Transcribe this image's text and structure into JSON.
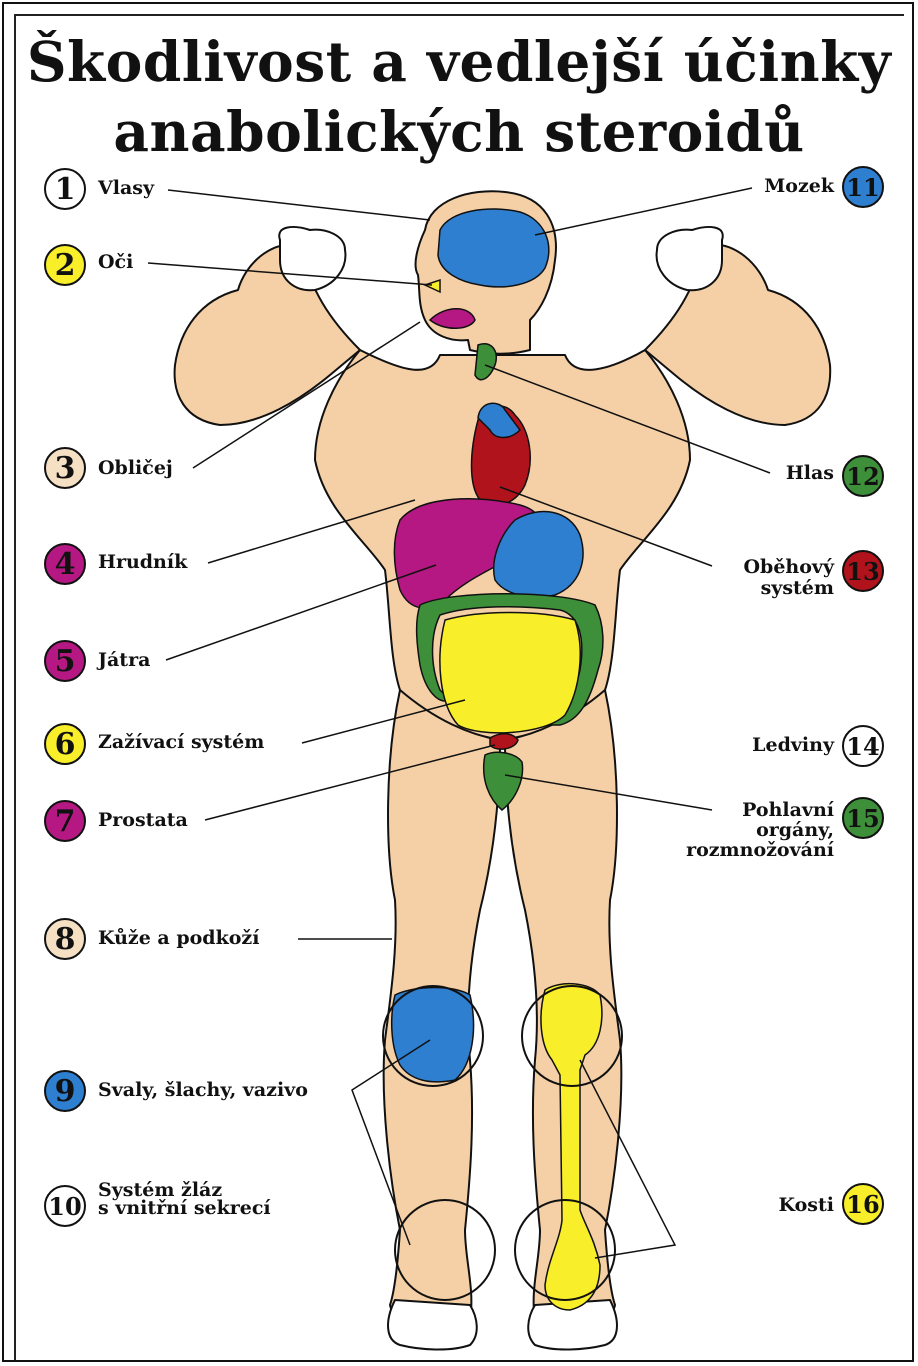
{
  "title_line1": "Škodlivost a vedlejší účinky",
  "title_line2": "anabolických steroidů",
  "colors": {
    "skin": "#f5d0a6",
    "yellow": "#f8ee2a",
    "blue": "#2f7fd1",
    "green": "#3e8f3a",
    "red": "#b0131b",
    "magenta": "#b51882",
    "cream": "#f6e0c4",
    "white": "#ffffff"
  },
  "labels": [
    {
      "num": "1",
      "text": "Vlasy",
      "color": "white"
    },
    {
      "num": "2",
      "text": "Oči",
      "color": "yellow"
    },
    {
      "num": "3",
      "text": "Obličej",
      "color": "cream"
    },
    {
      "num": "4",
      "text": "Hrudník",
      "color": "magenta"
    },
    {
      "num": "5",
      "text": "Játra",
      "color": "magenta"
    },
    {
      "num": "6",
      "text": "Zažívací systém",
      "color": "yellow"
    },
    {
      "num": "7",
      "text": "Prostata",
      "color": "magenta"
    },
    {
      "num": "8",
      "text": "Kůže a podkoží",
      "color": "cream"
    },
    {
      "num": "9",
      "text": "Svaly, šlachy, vazivo",
      "color": "blue"
    },
    {
      "num": "10",
      "text": "Systém žláz s vnitřní sekrecí",
      "color": "white"
    },
    {
      "num": "11",
      "text": "Mozek",
      "color": "blue"
    },
    {
      "num": "12",
      "text": "Hlas",
      "color": "green"
    },
    {
      "num": "13",
      "text": "Oběhový systém",
      "color": "red"
    },
    {
      "num": "14",
      "text": "Ledviny",
      "color": "white"
    },
    {
      "num": "15",
      "text": "Pohlavní orgány, rozmnožování",
      "color": "green"
    },
    {
      "num": "16",
      "text": "Kosti",
      "color": "yellow"
    }
  ],
  "label_lines": {
    "10": [
      "Systém žláz",
      "s vnitřní sekrecí"
    ],
    "13": [
      "Oběhový",
      "systém"
    ],
    "15": [
      "Pohlavní",
      "orgány,",
      "rozmnožování"
    ]
  }
}
